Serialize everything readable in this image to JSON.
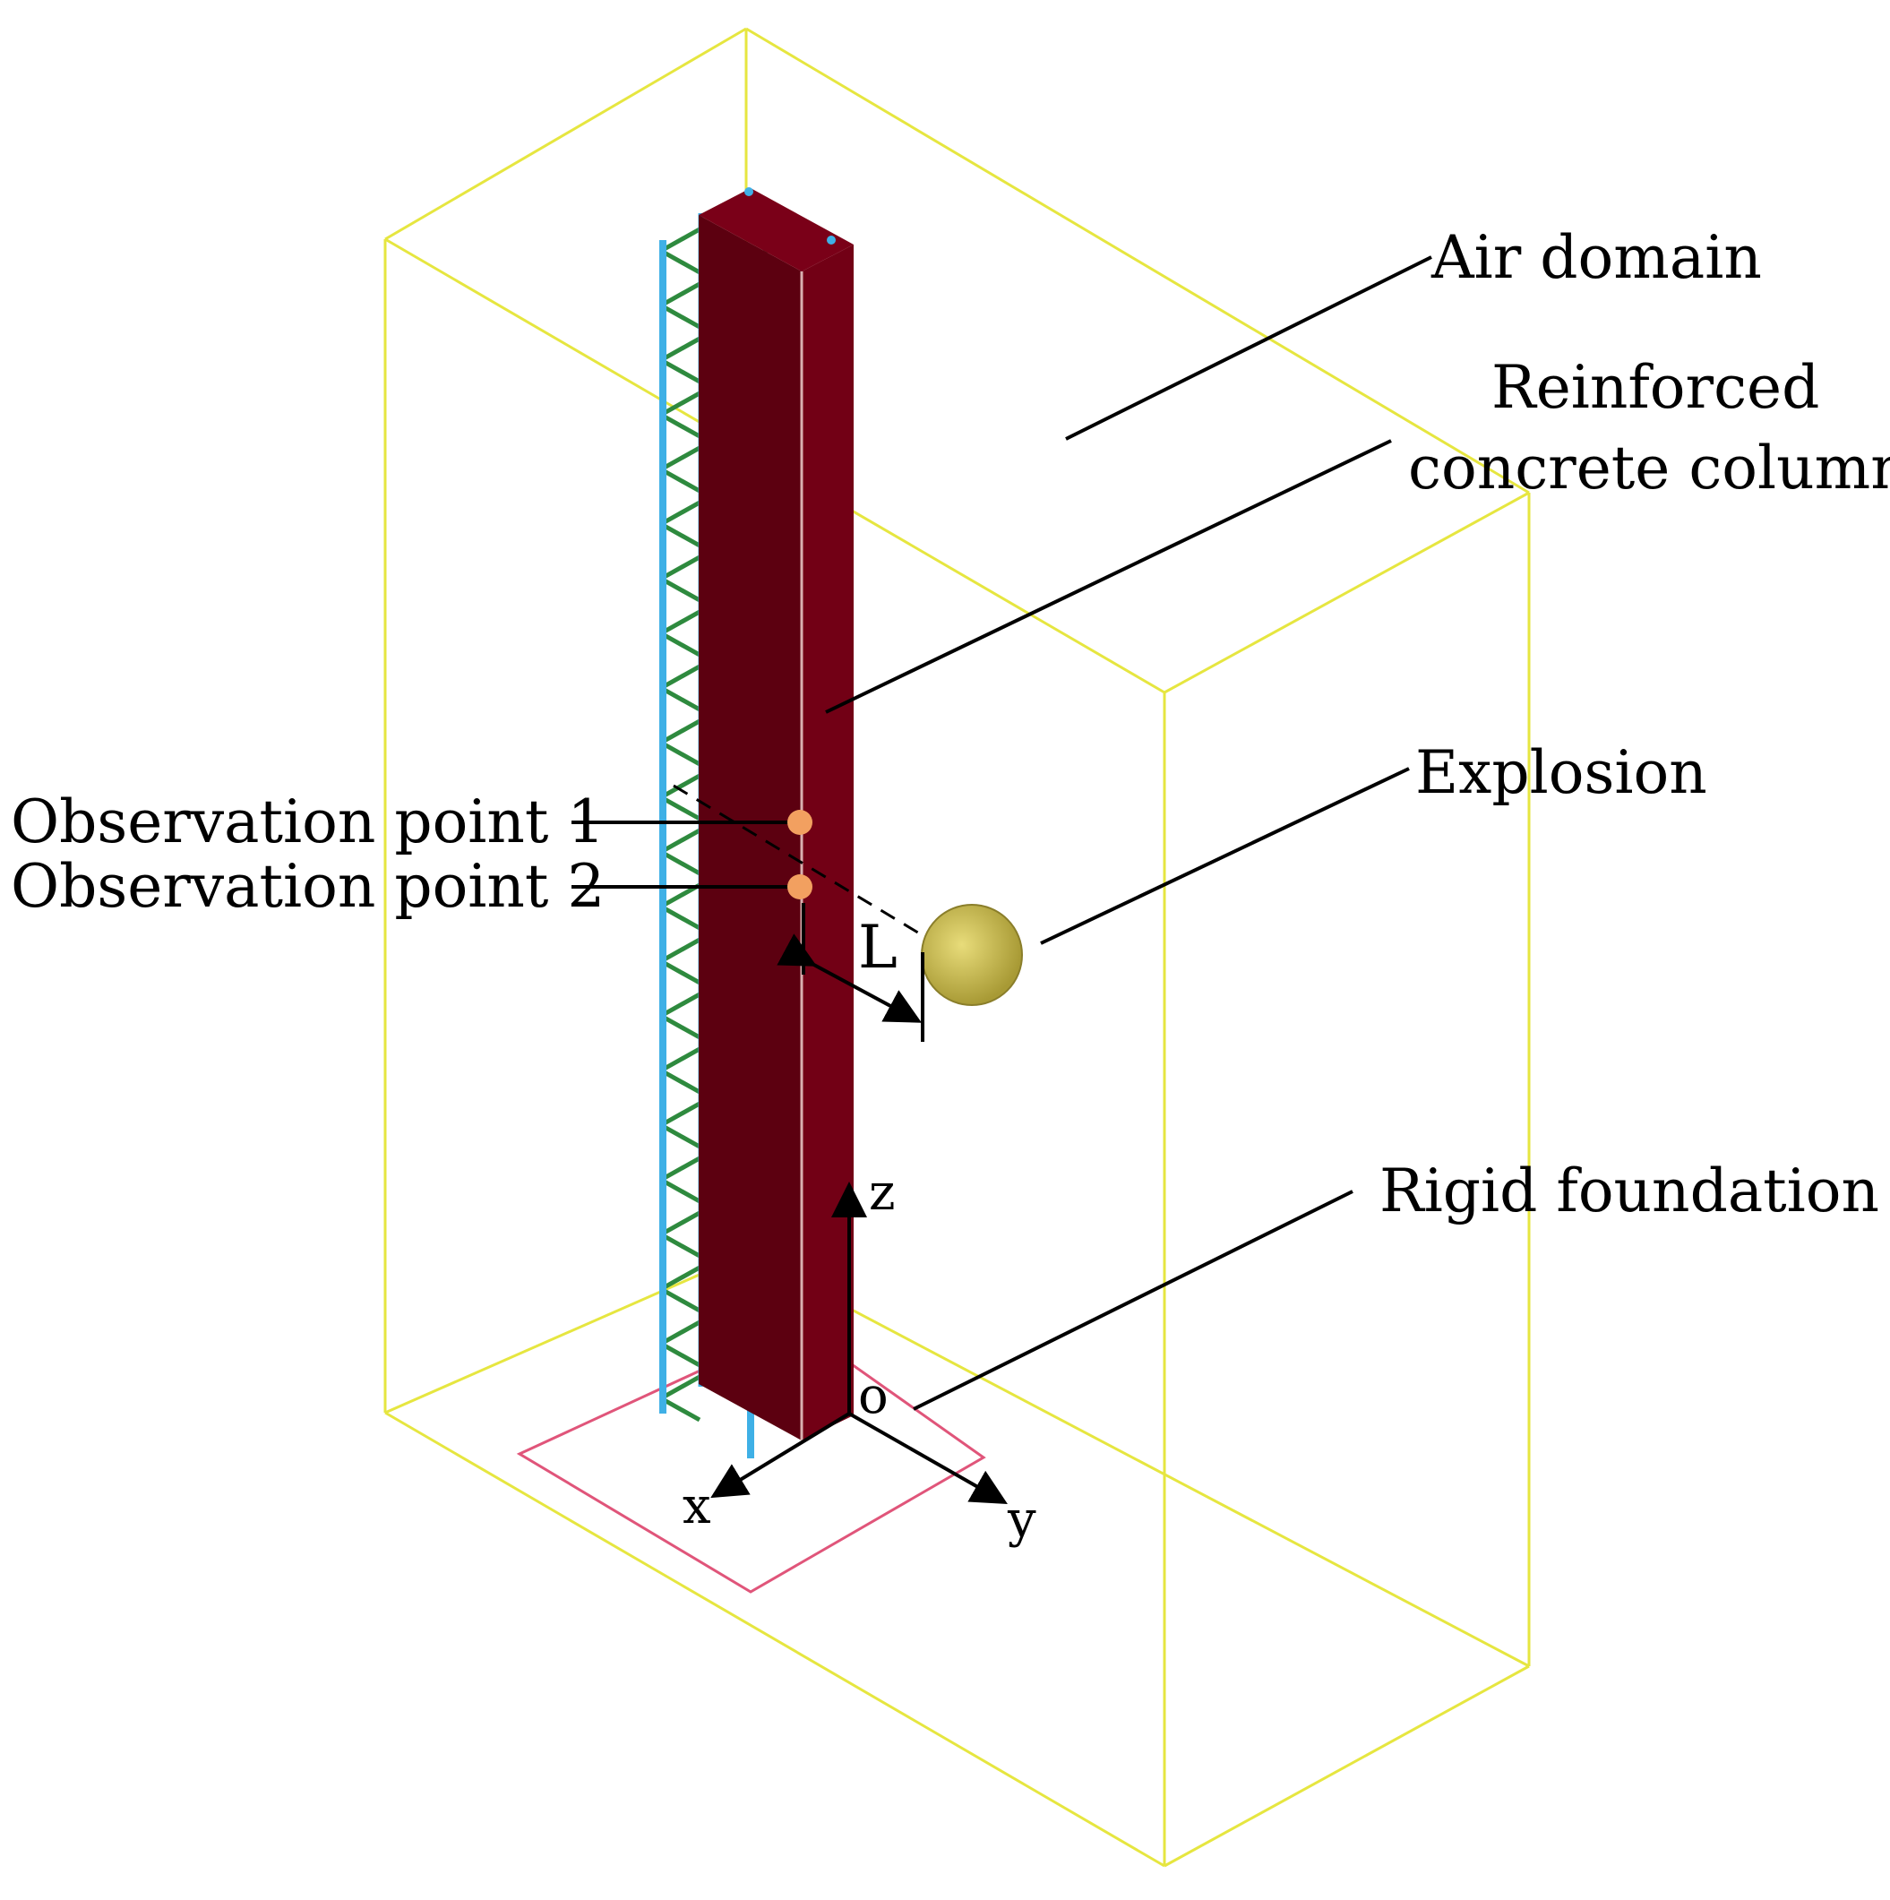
{
  "labels": {
    "air_domain": "Air domain",
    "column_line1": "Reinforced",
    "column_line2": "concrete column",
    "explosion": "Explosion",
    "rigid_foundation": "Rigid foundation",
    "obs1": "Observation point 1",
    "obs2": "Observation point 2",
    "distance": "L"
  },
  "axes": {
    "x": "x",
    "y": "y",
    "z": "z",
    "origin": "o"
  },
  "colors": {
    "air_box": "#e6e640",
    "concrete_front": "#5c0010",
    "concrete_side": "#720015",
    "concrete_top": "#7a0018",
    "longitudinal_rebar": "#3fb0e6",
    "stirrup": "#2e8a3e",
    "foundation": "#e0557a",
    "explosive": "#cbbd55",
    "observation_point": "#f2a060",
    "leader_line": "#000000"
  }
}
